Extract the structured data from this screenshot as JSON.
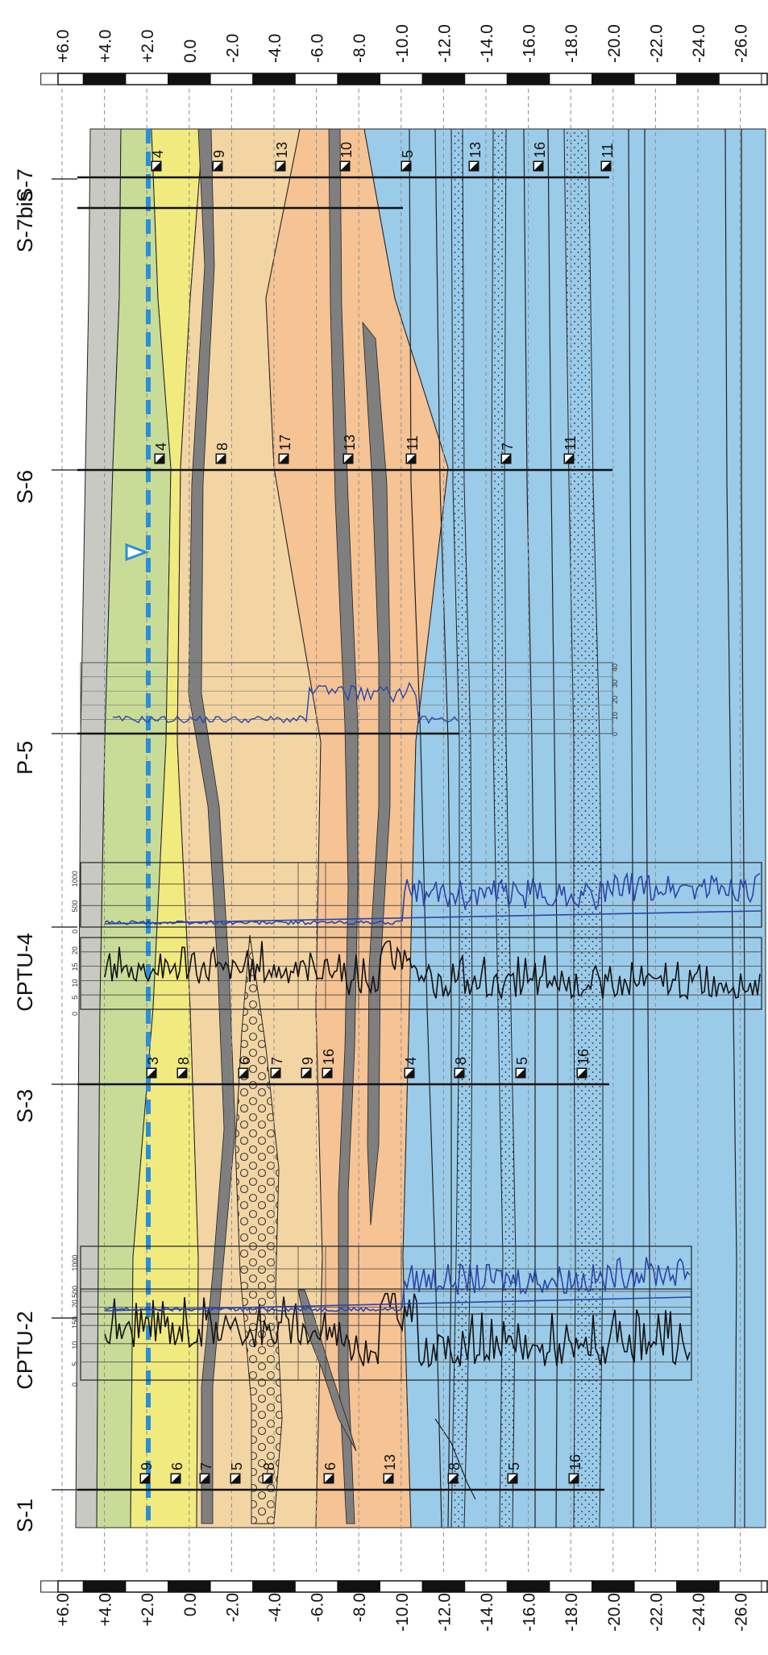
{
  "scale": {
    "labels": [
      "+6.0",
      "+4.0",
      "+2.0",
      "0.0",
      "-2.0",
      "-4.0",
      "-6.0",
      "-8.0",
      "-10.0",
      "-12.0",
      "-14.0",
      "-16.0",
      "-18.0",
      "-20.0",
      "-22.0",
      "-24.0",
      "-26.0"
    ]
  },
  "boreholes": [
    {
      "name": "S-1",
      "spt": [
        "9",
        "6",
        "7",
        "5",
        "8",
        "6",
        "13",
        "8",
        "5",
        "16"
      ]
    },
    {
      "name": "CPTU-2"
    },
    {
      "name": "S-3",
      "spt": [
        "3",
        "8",
        "6",
        "7",
        "9",
        "16",
        "4",
        "8",
        "5",
        "16"
      ]
    },
    {
      "name": "CPTU-4"
    },
    {
      "name": "P-5"
    },
    {
      "name": "S-6",
      "spt": [
        "4",
        "8",
        "17",
        "13",
        "11",
        "7",
        "11"
      ]
    },
    {
      "name": "S-7bis"
    },
    {
      "name": "S-7",
      "spt": [
        "4",
        "9",
        "13",
        "10",
        "5",
        "13",
        "16",
        "11"
      ]
    }
  ],
  "cpt_ticks": {
    "friction": [
      "0",
      "5",
      "10",
      "15",
      "20"
    ],
    "resistance": [
      "0",
      "500",
      "1000"
    ],
    "piezo": [
      "0",
      "10",
      "20",
      "30",
      "40"
    ]
  },
  "colors": {
    "fill_grey": "#c9c9c3",
    "green": "#c8dc98",
    "yellow": "#f1ea7e",
    "tan": "#f2d5a3",
    "orange": "#f5c394",
    "blue": "#9acbe9",
    "dark_lens": "#7f7f7f",
    "water_table": "#2a8fd9",
    "cpt_blue": "#2b45a8"
  },
  "icons": [
    "water-table-icon",
    "spt-marker-icon"
  ]
}
